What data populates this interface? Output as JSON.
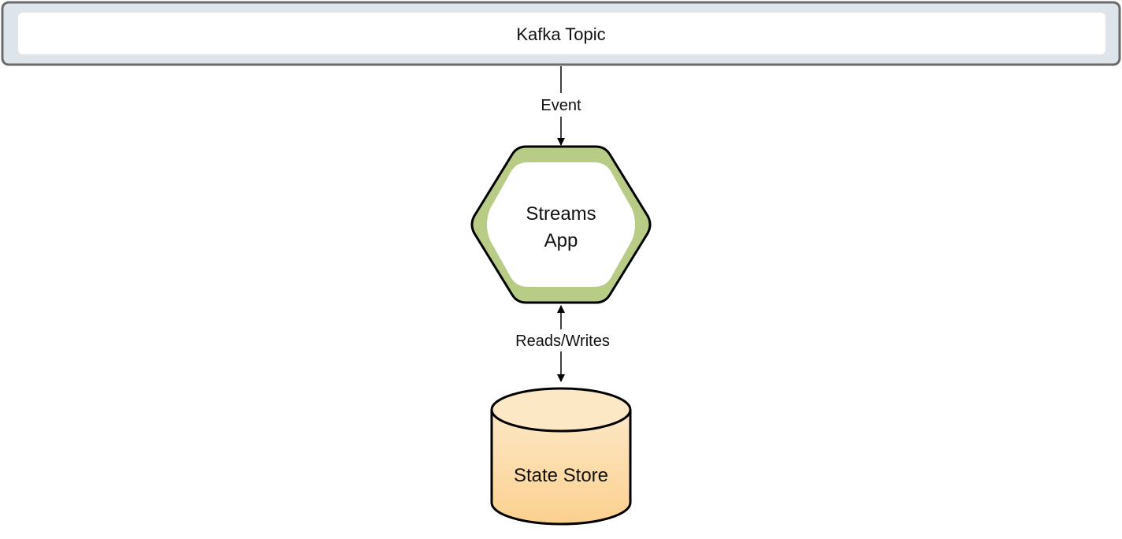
{
  "diagram": {
    "topic": {
      "label": "Kafka Topic"
    },
    "event_edge": {
      "label": "Event"
    },
    "app": {
      "label_line1": "Streams",
      "label_line2": "App"
    },
    "readwrite_edge": {
      "label": "Reads/Writes"
    },
    "store": {
      "label": "State Store"
    }
  },
  "colors": {
    "topic_outer_fill": "#dde4ea",
    "topic_outer_stroke": "#6b6b6b",
    "topic_inner_fill": "#ffffff",
    "app_ring": "#b9cc85",
    "app_inner": "#ffffff",
    "store_top": "#fde7c4",
    "store_bottom": "#fbcf8e",
    "line": "#000000"
  }
}
